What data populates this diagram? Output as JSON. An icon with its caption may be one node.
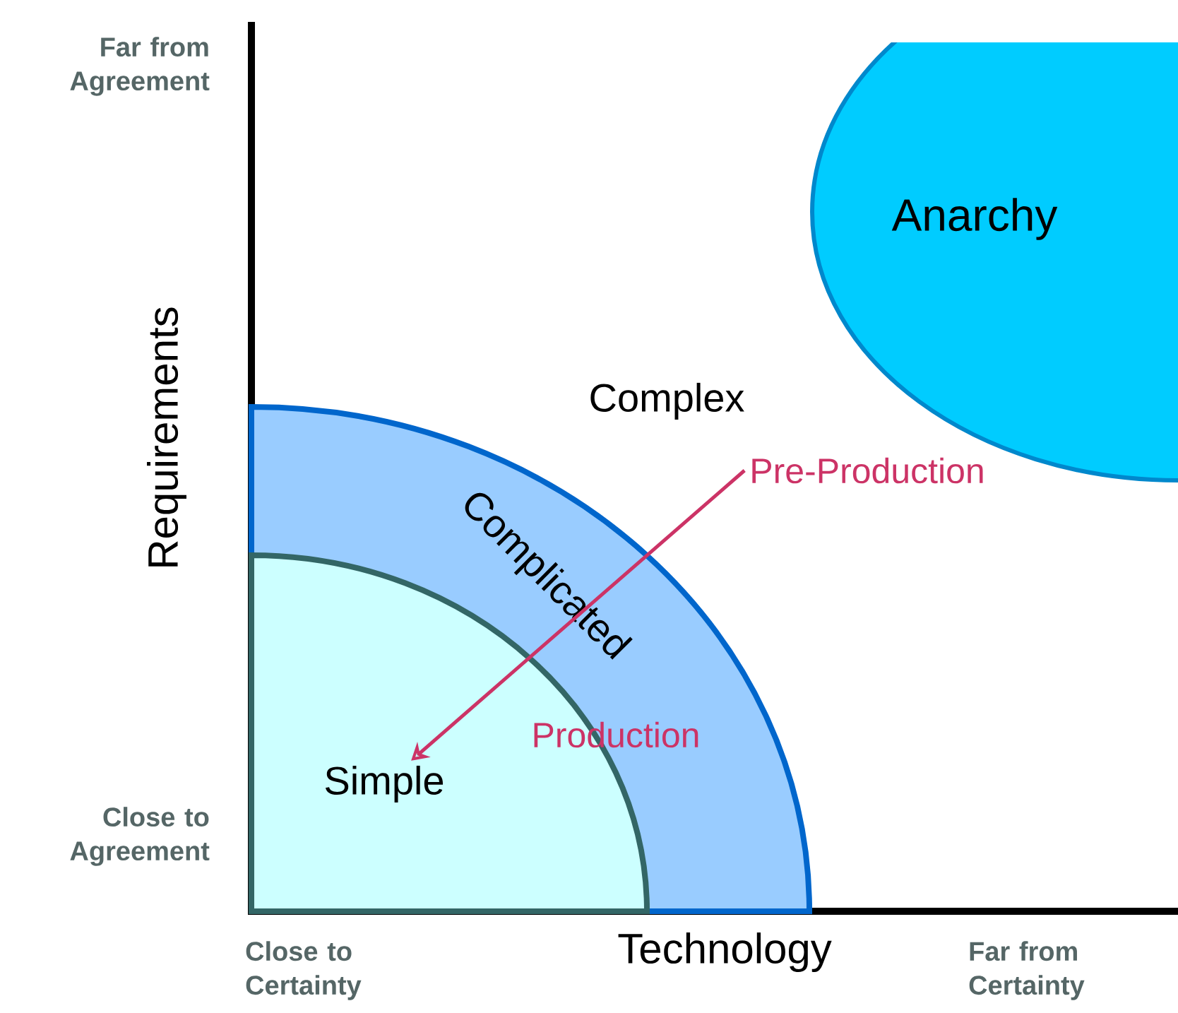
{
  "diagram": {
    "nodes": [
      {
        "text": [
          "Anarchy"
        ]
      },
      {
        "text": [
          "Complicated"
        ]
      },
      {
        "text": [
          "Simple"
        ],
        "in": 1
      },
      {
        "text": [
          "Pre-Production"
        ]
      }
    ],
    "edges": [
      {
        "from": 3,
        "to": 2,
        "arrow": "to",
        "color": "#cc3366"
      }
    ],
    "labels": [
      "Far from Agreement",
      "Requirements",
      "Complex",
      "Production",
      "Close to Agreement",
      "Close to Certainty",
      "Technology",
      "Far from Certainty"
    ]
  }
}
